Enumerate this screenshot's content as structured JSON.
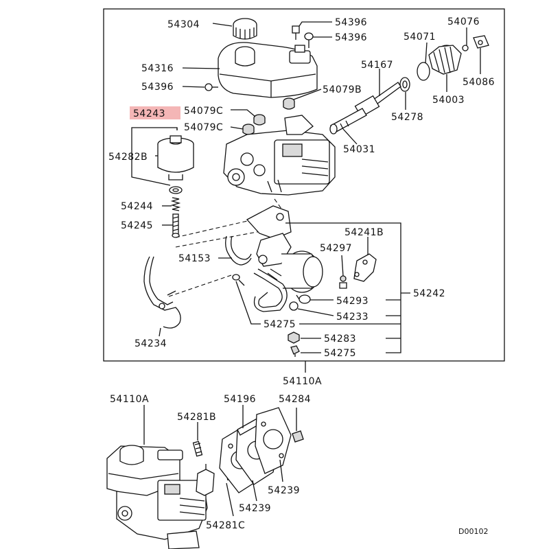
{
  "diagram": {
    "highlight_color": "#f4b6b6",
    "callouts": {
      "p54304": "54304",
      "p54396a": "54396",
      "p54396b": "54396",
      "p54396c": "54396",
      "p54076": "54076",
      "p54316": "54316",
      "p54071": "54071",
      "p54167": "54167",
      "p54086": "54086",
      "p54079b": "54079B",
      "p54003": "54003",
      "p54243": "54243",
      "p54079c_a": "54079C",
      "p54079c_b": "54079C",
      "p54278": "54278",
      "p54282b": "54282B",
      "p54031": "54031",
      "p54244": "54244",
      "p54245": "54245",
      "p54241b": "54241B",
      "p54297": "54297",
      "p54153": "54153",
      "p54242": "54242",
      "p54293": "54293",
      "p54233": "54233",
      "p54275a": "54275",
      "p54234": "54234",
      "p54283": "54283",
      "p54275b": "54275",
      "p54110a_top": "54110A",
      "p54110a_bot": "54110A",
      "p54196": "54196",
      "p54284": "54284",
      "p54281b": "54281B",
      "p54239a": "54239",
      "p54239b": "54239",
      "p54281c": "54281C"
    },
    "figure_code": "D00102"
  }
}
